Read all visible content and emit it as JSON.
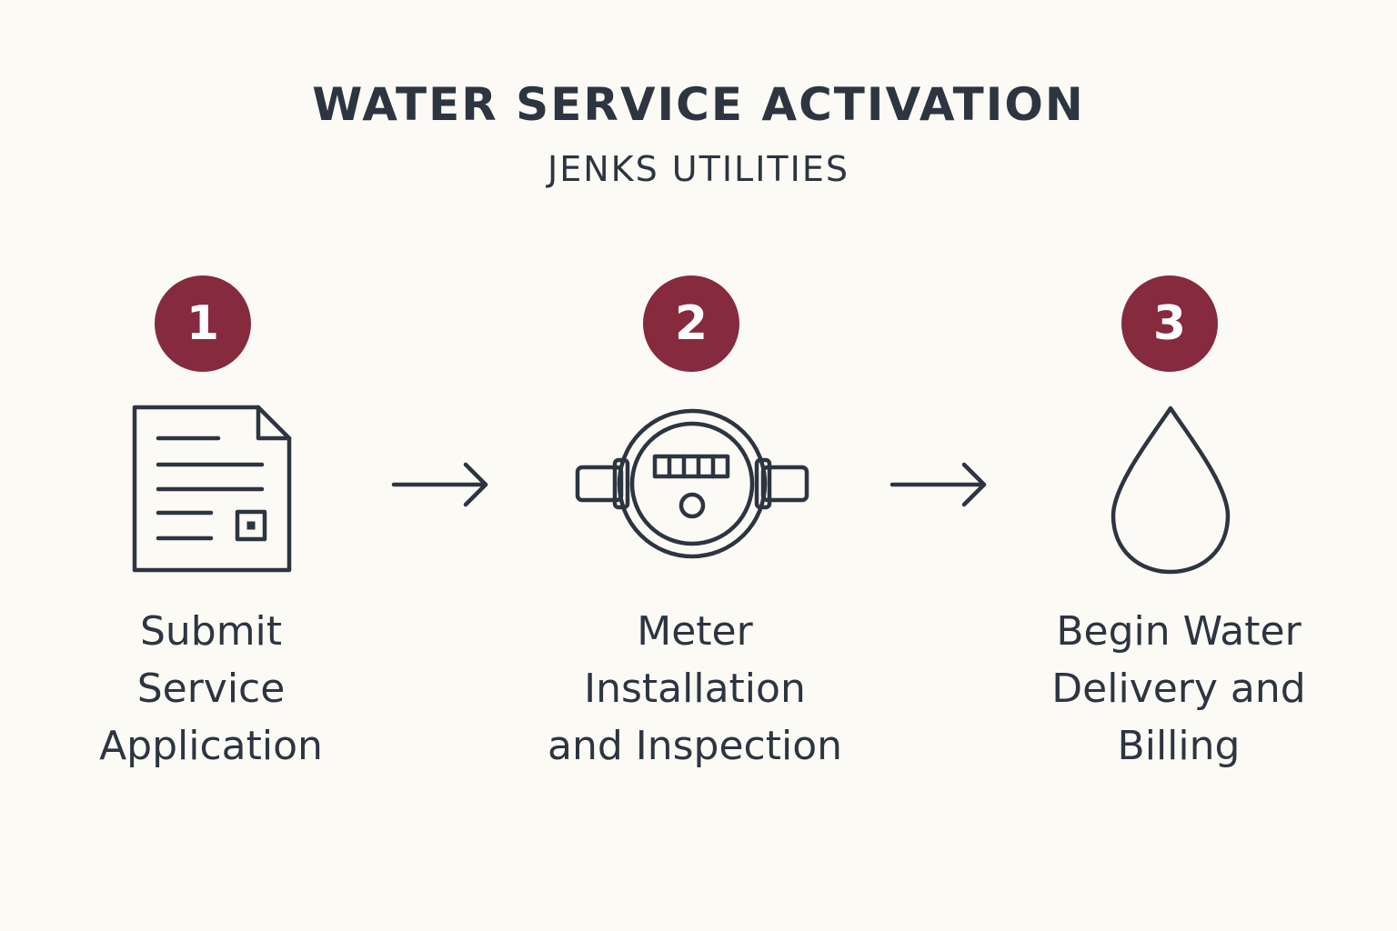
{
  "header": {
    "title": "WATER SERVICE ACTIVATION",
    "subtitle": "JENKS UTILITIES"
  },
  "colors": {
    "background": "#fcfaf5",
    "accent": "#862a3e",
    "ink": "#2c3540"
  },
  "steps": [
    {
      "number": "1",
      "label": "Submit\nService\nApplication",
      "icon": "document-icon"
    },
    {
      "number": "2",
      "label": "Meter\nInstallation\nand Inspection",
      "icon": "water-meter-icon"
    },
    {
      "number": "3",
      "label": "Begin Water\nDelivery and\nBilling",
      "icon": "water-drop-icon"
    }
  ],
  "connectors": [
    "arrow-right-icon",
    "arrow-right-icon"
  ]
}
